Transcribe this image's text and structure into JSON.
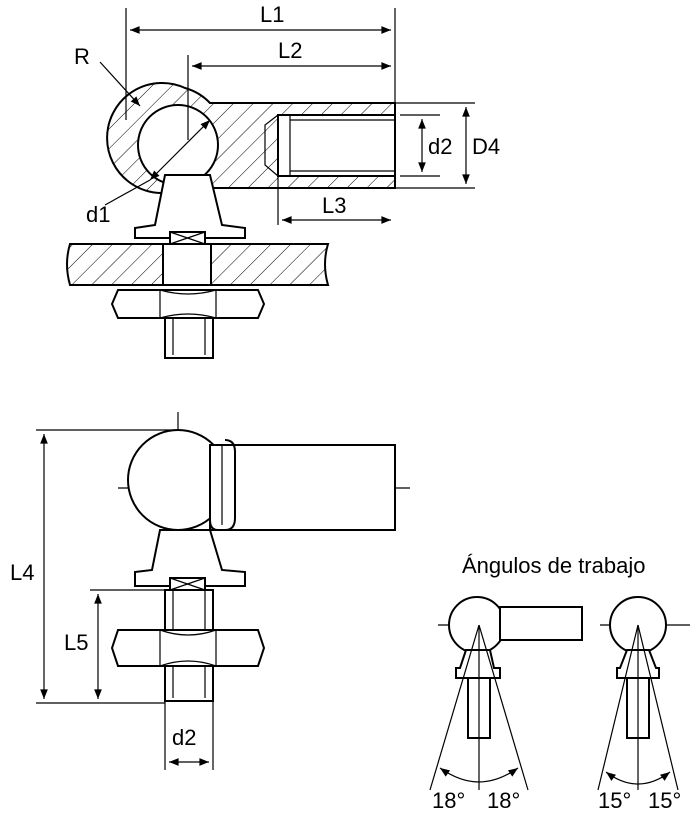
{
  "labels": {
    "L1": "L1",
    "L2": "L2",
    "L3": "L3",
    "L4": "L4",
    "L5": "L5",
    "R": "R",
    "d1": "d1",
    "d2_top": "d2",
    "D4": "D4",
    "d2_bottom": "d2"
  },
  "angles": {
    "title": "Ángulos de trabajo",
    "left_a": "18°",
    "left_b": "18°",
    "right_a": "15°",
    "right_b": "15°"
  },
  "colors": {
    "ink": "#000000",
    "paper": "#ffffff"
  }
}
